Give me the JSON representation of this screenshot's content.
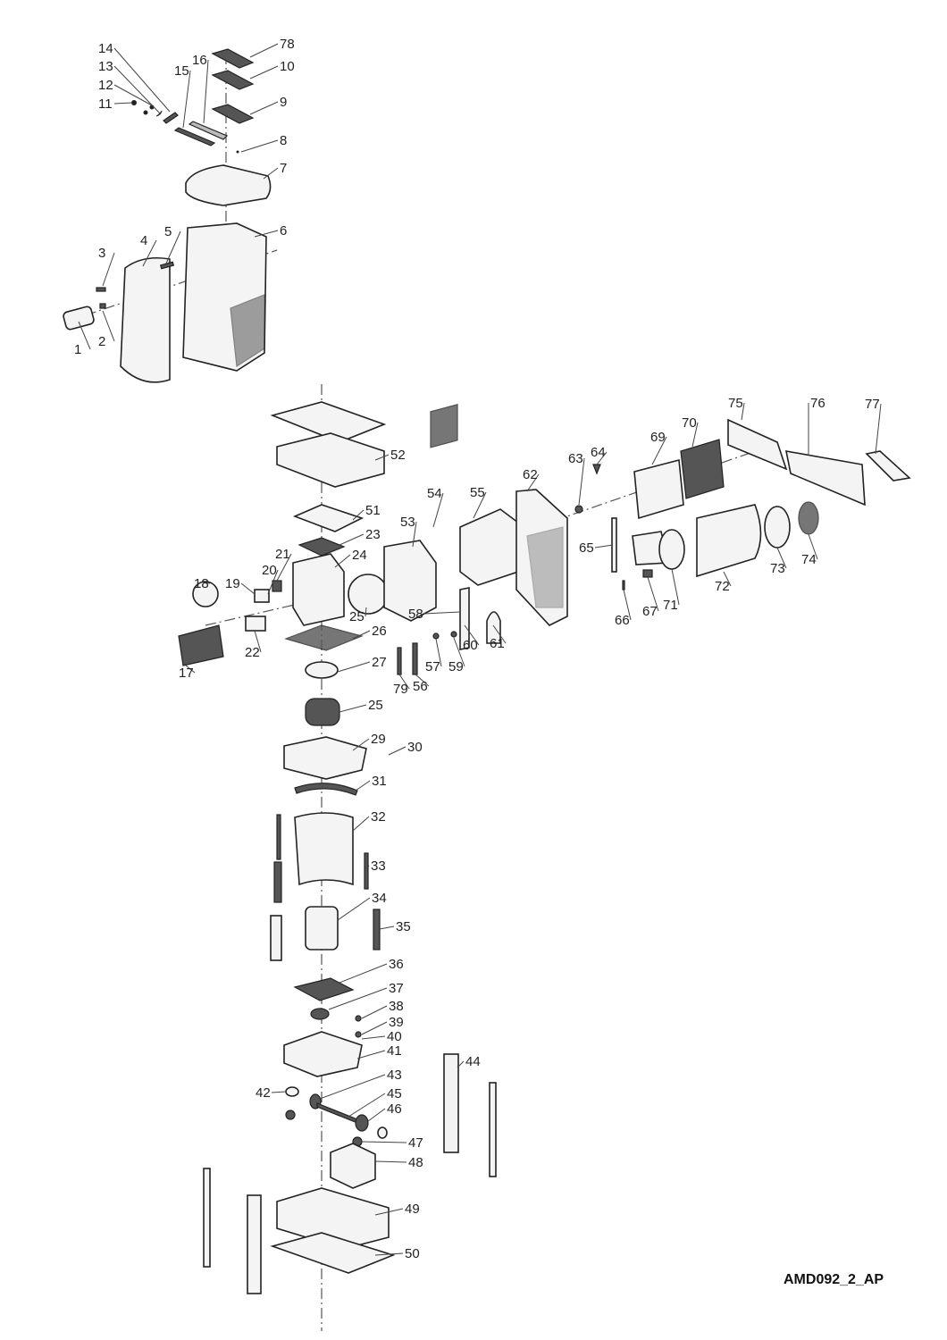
{
  "diagram": {
    "title": "Exploded parts view",
    "code": "AMD092_2_AP",
    "labels": [
      "78",
      "10",
      "9",
      "8",
      "7",
      "14",
      "13",
      "12",
      "11",
      "15",
      "16",
      "6",
      "5",
      "4",
      "3",
      "2",
      "1",
      "52",
      "51",
      "23",
      "24",
      "21",
      "20",
      "19",
      "18",
      "25",
      "22",
      "17",
      "26",
      "27",
      "25",
      "29",
      "30",
      "31",
      "32",
      "33",
      "34",
      "35",
      "36",
      "37",
      "38",
      "39",
      "40",
      "41",
      "42",
      "43",
      "45",
      "46",
      "44",
      "47",
      "48",
      "49",
      "50",
      "53",
      "54",
      "55",
      "62",
      "63",
      "64",
      "69",
      "70",
      "75",
      "76",
      "77",
      "65",
      "66",
      "67",
      "71",
      "72",
      "73",
      "74",
      "58",
      "60",
      "61",
      "57",
      "59",
      "56",
      "79"
    ]
  }
}
